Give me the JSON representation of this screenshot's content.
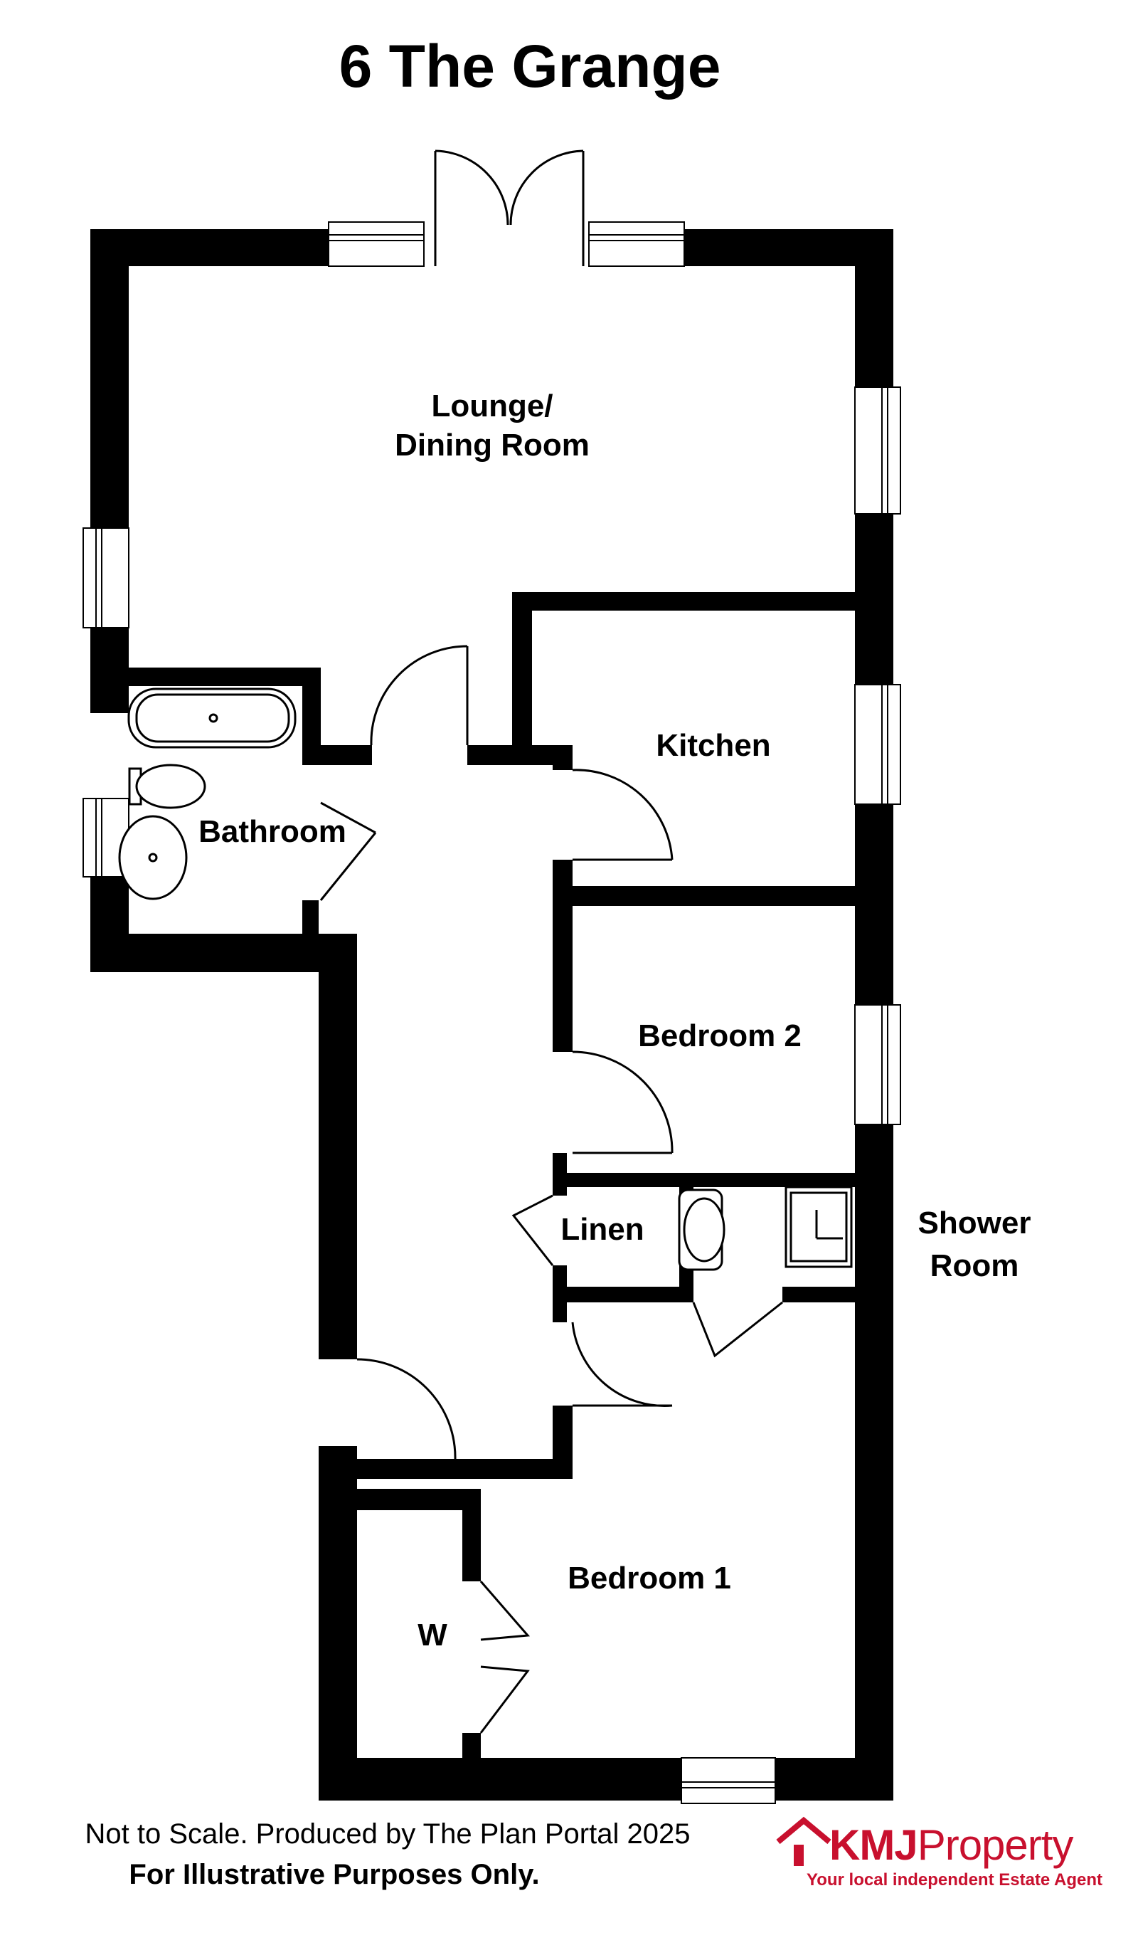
{
  "title": "6 The Grange",
  "rooms": {
    "lounge_line1": "Lounge/",
    "lounge_line2": "Dining Room",
    "kitchen": "Kitchen",
    "bathroom": "Bathroom",
    "bedroom2": "Bedroom 2",
    "linen": "Linen",
    "shower_line1": "Shower",
    "shower_line2": "Room",
    "bedroom1": "Bedroom 1",
    "wardrobe": "W"
  },
  "footer": {
    "line1": "Not to Scale. Produced by The Plan Portal 2025",
    "line2": "For Illustrative Purposes Only."
  },
  "logo": {
    "brand_bold": "KMJ",
    "brand_rest": "Property",
    "tagline": "Your local independent Estate Agent",
    "color": "#c8102e"
  },
  "icons": {
    "logo_mark": "house-icon"
  }
}
